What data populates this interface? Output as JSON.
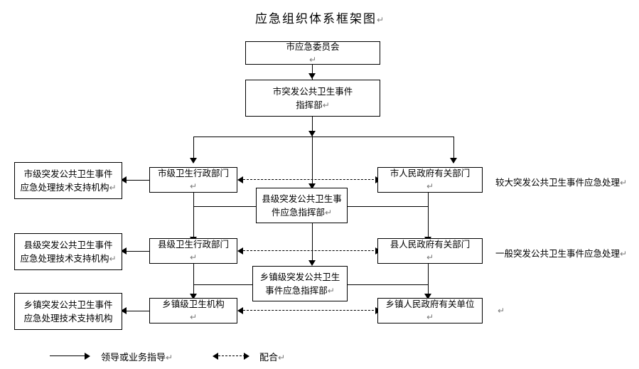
{
  "title": {
    "text": "应急组织体系框架图",
    "paragraph_mark": "↵"
  },
  "paragraph_mark": "↵",
  "nodes": {
    "city_committee": {
      "lines": [
        "市应急委员会"
      ],
      "mark": "↵"
    },
    "city_command": {
      "lines": [
        "市突发公共卫生事件",
        "指挥部"
      ],
      "mark": "↵"
    },
    "city_support": {
      "lines": [
        "市级突发公共卫生事件",
        "应急处理技术支持机构"
      ],
      "mark": "↵"
    },
    "city_health_admin": {
      "lines": [
        "市级卫生行政部门"
      ],
      "mark": "↵"
    },
    "city_gov_depts": {
      "lines": [
        "市人民政府有关部门"
      ],
      "mark": "↵"
    },
    "county_command": {
      "lines": [
        "县级突发公共卫生事",
        "件应急指挥部"
      ],
      "mark": "↵"
    },
    "county_support": {
      "lines": [
        "县级突发公共卫生事件",
        "应急处理技术支持机构"
      ],
      "mark": "↵"
    },
    "county_health_admin": {
      "lines": [
        "县级卫生行政部门"
      ],
      "mark": "↵"
    },
    "county_gov_depts": {
      "lines": [
        "县人民政府有关部门"
      ],
      "mark": "↵"
    },
    "town_command": {
      "lines": [
        "乡镇级突发公共卫生",
        "事件应急指挥部"
      ],
      "mark": "↵"
    },
    "town_support": {
      "lines": [
        "乡镇突发公共卫生事件",
        "应急处理技术支持机构"
      ],
      "mark": ""
    },
    "town_health_org": {
      "lines": [
        "乡镇级卫生机构"
      ],
      "mark": "↵"
    },
    "town_gov_units": {
      "lines": [
        "乡镇人民政府有关单位"
      ],
      "mark": "↵"
    }
  },
  "side_notes": {
    "major_event": "较大突发公共卫生事件应急处理",
    "general_event": "一般突发公共卫生事件应急处理",
    "major_mark": "↵",
    "general_mark": "↵",
    "town_row_mark": "↵"
  },
  "legend": {
    "solid_label": "领导或业务指导",
    "solid_mark": "↵",
    "dashed_label": "配合",
    "dashed_mark": "↵"
  },
  "colors": {
    "stroke": "#000000",
    "background": "#ffffff",
    "paragraph_mark": "#7a7a7a"
  }
}
